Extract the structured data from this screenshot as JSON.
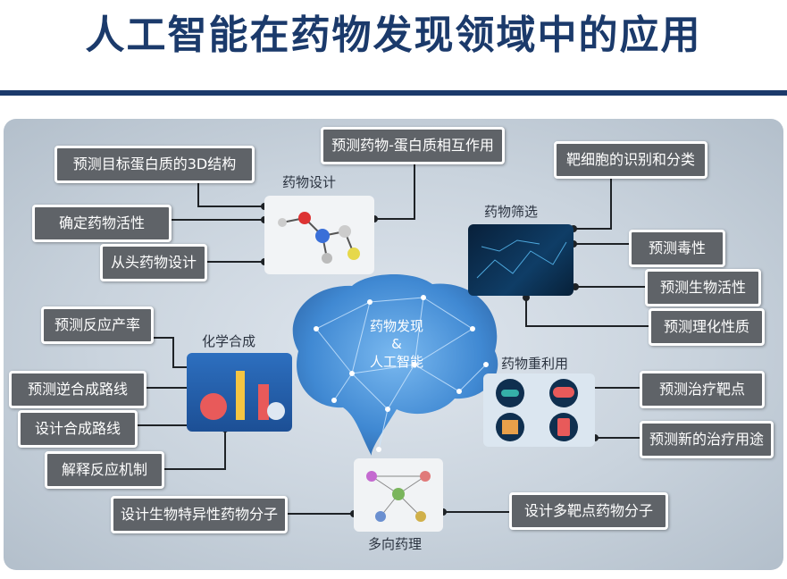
{
  "title": "人工智能在药物发现领域中的应用",
  "center": {
    "line1": "药物发现",
    "line2": "&",
    "line3": "人工智能"
  },
  "sections": {
    "design": "药物设计",
    "screening": "药物筛选",
    "synthesis": "化学合成",
    "repurposing": "药物重利用",
    "polypharm": "多向药理"
  },
  "boxes": {
    "target_structure": "预测目标蛋白质的3D结构",
    "interaction": "预测药物-蛋白质相互作用",
    "cell_class": "靶细胞的识别和分类",
    "activity": "确定药物活性",
    "de_novo": "从头药物设计",
    "toxicity": "预测毒性",
    "bioactivity": "预测生物活性",
    "physchem": "预测理化性质",
    "yield": "预测反应产率",
    "retro": "预测逆合成路线",
    "route": "设计合成路线",
    "mechanism": "解释反应机制",
    "therapeutic_target": "预测治疗靶点",
    "new_use": "预测新的治疗用途",
    "bispecific": "设计生物特异性药物分子",
    "multi_target": "设计多靶点药物分子"
  },
  "colors": {
    "title": "#1b3a6b",
    "box": "#5f6368",
    "brain": "#2f7fd0"
  }
}
